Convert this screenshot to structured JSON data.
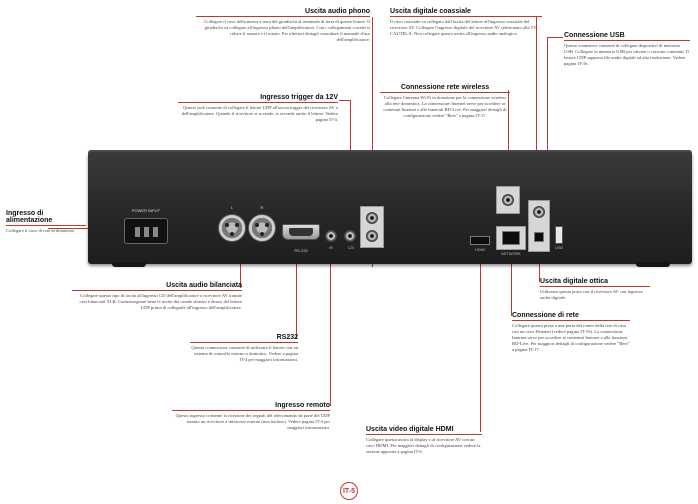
{
  "callouts": {
    "audio_phono": {
      "title": "Uscita audio phono",
      "text": "Collegare il cavo della messa a terra del giradischi al terminale di terra di questo lettore. Il giradischi va collegato all'ingresso phono dell'amplificatore. Con i collegamenti corretti si riduce il rumore e il ronzio. Per ulteriori dettagli consultare il manuale d'uso dell'amplificatore."
    },
    "coaxial": {
      "title": "Uscita digitale coassiale",
      "text": "Il cavo coassiale va collegato dall'uscita del lettore all'ingresso coassiale del ricevitore AV. Collegare l'ingresso digitale del ricevitore AV selezionato alla TV. CAUTELA: Non collegare questa uscita all'ingresso audio analogico."
    },
    "usb": {
      "title": "Connessione USB",
      "text": "Questo connettore consente di collegare dispositivi di memoria USB. Collegare la memoria USB per salvare o caricare contenuti. Il lettore UDP supporta file audio digitali ad alta risoluzione. Vedere pagina IT-16."
    },
    "trigger": {
      "title": "Ingresso trigger da 12V",
      "text": "Questo jack consente di collegare il lettore UDP all'uscita trigger del ricevitore AV o dell'amplificatore. Quando il ricevitore si accende, si accende anche il lettore. Vedere pagina IT-4."
    },
    "wireless": {
      "title": "Connessione rete wireless",
      "text": "Collegare l'antenna Wi-Fi in dotazione per la connessione wireless alla rete domestica. La connessione Internet serve per accedere ai contenuti Internet e alle funzioni BD-Live. Per maggiori dettagli di configurazione vedere \"Rete\" a pagina IT-17."
    },
    "power": {
      "title": "Ingresso di alimentazione",
      "text": "Collegare il cavo di rete in dotazione."
    },
    "balanced": {
      "title": "Uscita audio bilanciata",
      "text": "Collegare questo tipo di uscita all'ingresso CD dell'amplificatore o ricevitore AV tramite cavi bilanciati XLR. Contrassegnare bene le uscite del canale sinistro e destro del lettore UDP prima di collegarle all'ingresso dell'amplificatore."
    },
    "rs232": {
      "title": "RS232",
      "text": "Questa connessione consente di utilizzare il lettore con un sistema di controllo esterno o domotico. Vedere a pagina IT-4 per maggiori informazioni."
    },
    "remote": {
      "title": "Ingresso remoto",
      "text": "Questo ingresso consente la ricezione dei segnali del telecomando da parte del UDP tramite un ricevitore a infrarossi esterno (non incluso). Vedere pagina IT-4 per maggiori informazioni."
    },
    "hdmi": {
      "title": "Uscita video digitale HDMI",
      "text": "Collegare questa uscita al display o al ricevitore AV con un cavo HDMI. Per maggiori dettagli di configurazione vedere la sezione apposita a pagina IT-6."
    },
    "optical": {
      "title": "Uscita digitale ottica",
      "text": "Utilizzare questa porta con il ricevitore AV con ingresso audio digitale."
    },
    "network": {
      "title": "Connessione di rete",
      "text": "Collegare questa presa a una porta del router della rete di casa con un cavo Ethernet (vedere pagina IT-16). La connessione Internet serve per accedere ai contenuti Internet e alle funzioni BD-Live. Per maggiori dettagli di configurazione vedere \"Rete\" a pagina IT-17."
    }
  },
  "device": {
    "power_label": "POWER INPUT",
    "xlr_left": "L",
    "xlr_right": "R",
    "rs232_label": "RS-232",
    "trigger_label": "12V",
    "ir_label": "IR",
    "hdmi_label": "HDMI",
    "lan_label": "NETWORK",
    "usb_label": "USB"
  },
  "page_number": "IT-5"
}
